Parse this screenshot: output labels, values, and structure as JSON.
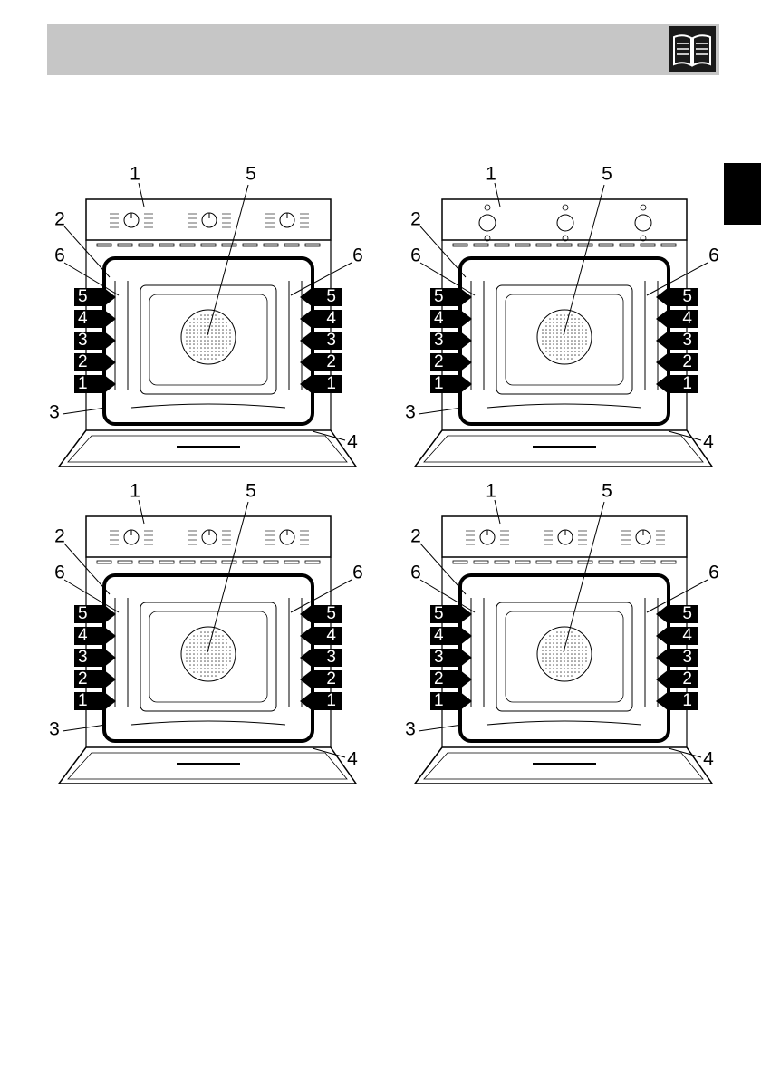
{
  "page": {
    "header_color": "#c6c6c6",
    "side_tab_color": "#000000",
    "icon": "book-icon"
  },
  "diagrams": [
    {
      "variant": "knob-panel",
      "callouts": [
        "1",
        "5",
        "2",
        "6",
        "6",
        "3",
        "4"
      ],
      "shelf_left": [
        "5",
        "4",
        "3",
        "2",
        "1"
      ],
      "shelf_right": [
        "5",
        "4",
        "3",
        "2",
        "1"
      ]
    },
    {
      "variant": "touch-panel",
      "callouts": [
        "1",
        "5",
        "2",
        "6",
        "6",
        "3",
        "4"
      ],
      "shelf_left": [
        "5",
        "4",
        "3",
        "2",
        "1"
      ],
      "shelf_right": [
        "5",
        "4",
        "3",
        "2",
        "1"
      ]
    },
    {
      "variant": "knob-panel",
      "callouts": [
        "1",
        "5",
        "2",
        "6",
        "6",
        "3",
        "4"
      ],
      "shelf_left": [
        "5",
        "4",
        "3",
        "2",
        "1"
      ],
      "shelf_right": [
        "5",
        "4",
        "3",
        "2",
        "1"
      ]
    },
    {
      "variant": "knob-panel-outline",
      "callouts": [
        "1",
        "5",
        "2",
        "6",
        "6",
        "3",
        "4"
      ],
      "shelf_left": [
        "5",
        "4",
        "3",
        "2",
        "1"
      ],
      "shelf_right": [
        "5",
        "4",
        "3",
        "2",
        "1"
      ]
    }
  ]
}
